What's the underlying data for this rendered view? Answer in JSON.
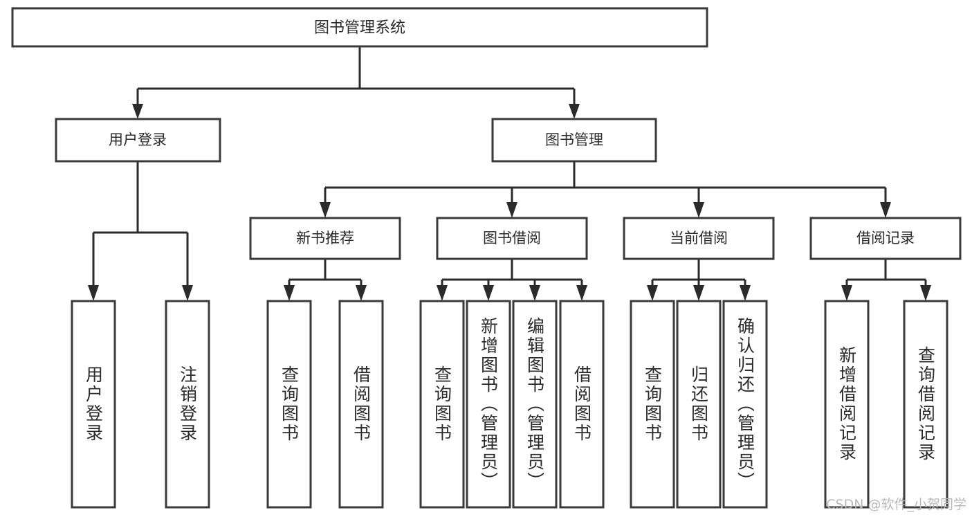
{
  "diagram": {
    "type": "tree",
    "title": "图书管理系统",
    "root": {
      "label": "图书管理系统"
    },
    "level1": [
      {
        "label": "用户登录"
      },
      {
        "label": "图书管理"
      }
    ],
    "level2": [
      {
        "label": "新书推荐"
      },
      {
        "label": "图书借阅"
      },
      {
        "label": "当前借阅"
      },
      {
        "label": "借阅记录"
      }
    ],
    "leaves": {
      "user_login": [
        {
          "label": "用户登录"
        },
        {
          "label": "注销登录"
        }
      ],
      "new_book": [
        {
          "label": "查询图书"
        },
        {
          "label": "借阅图书"
        }
      ],
      "book_borrow": [
        {
          "label": "查询图书"
        },
        {
          "label": "新增图书（管理员）"
        },
        {
          "label": "编辑图书（管理员）"
        },
        {
          "label": "借阅图书"
        }
      ],
      "current_borrow": [
        {
          "label": "查询图书"
        },
        {
          "label": "归还图书"
        },
        {
          "label": "确认归还（管理员）"
        }
      ],
      "borrow_record": [
        {
          "label": "新增借阅记录"
        },
        {
          "label": "查询借阅记录"
        }
      ]
    }
  },
  "watermark": {
    "text": "CSDN @软件_小贺同学"
  },
  "colors": {
    "box_stroke": "#3a3a3a",
    "connector": "#2b2b2b",
    "text": "#2b2b2b",
    "background": "#ffffff",
    "watermark": "#b9b9b9"
  }
}
